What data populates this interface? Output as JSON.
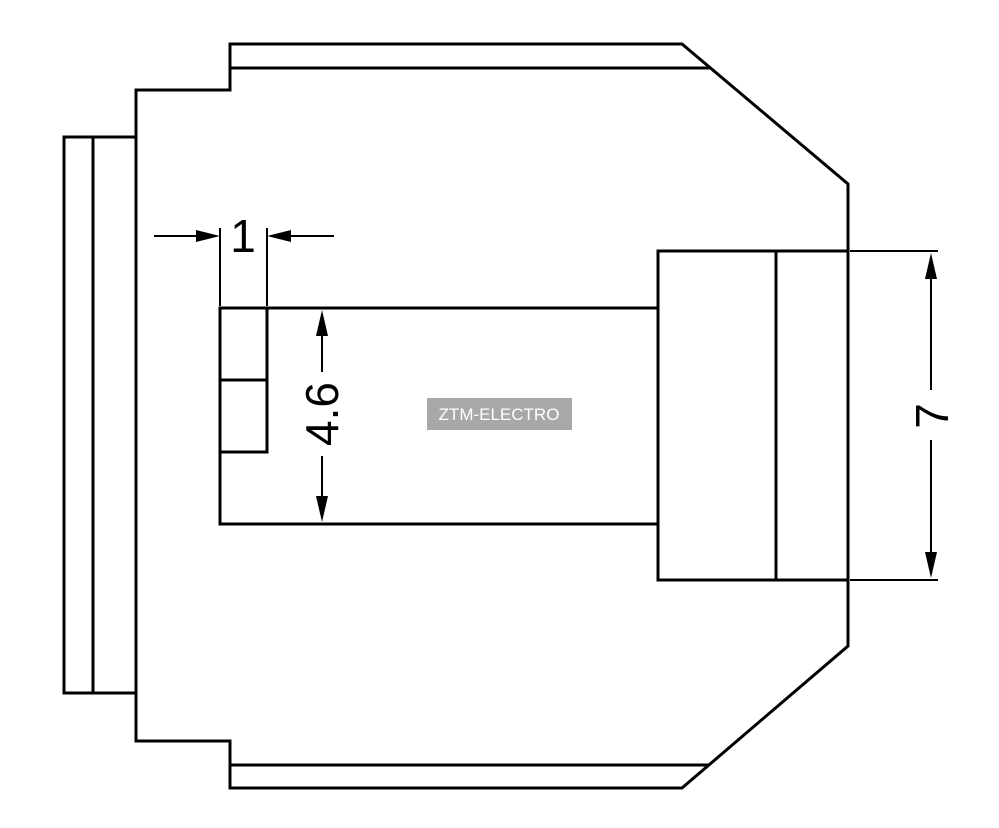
{
  "dimensions": {
    "width_label": "1",
    "inner_height_label": "4.6",
    "right_height_label": "7"
  },
  "watermark": {
    "text": "ZTM-ELECTRO"
  },
  "colors": {
    "line": "#000000",
    "watermark_bg": "#a8a8a8",
    "watermark_text": "#ffffff"
  }
}
